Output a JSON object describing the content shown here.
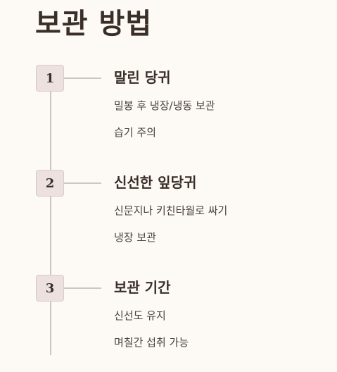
{
  "title": "보관 방법",
  "steps": [
    {
      "number": "1",
      "title": "말린 당귀",
      "items": [
        "밀봉 후 냉장/냉동 보관",
        "습기 주의"
      ]
    },
    {
      "number": "2",
      "title": "신선한 잎당귀",
      "items": [
        "신문지나 키친타월로 싸기",
        "냉장 보관"
      ]
    },
    {
      "number": "3",
      "title": "보관 기간",
      "items": [
        "신선도 유지",
        "며칠간 섭취 가능"
      ]
    }
  ]
}
